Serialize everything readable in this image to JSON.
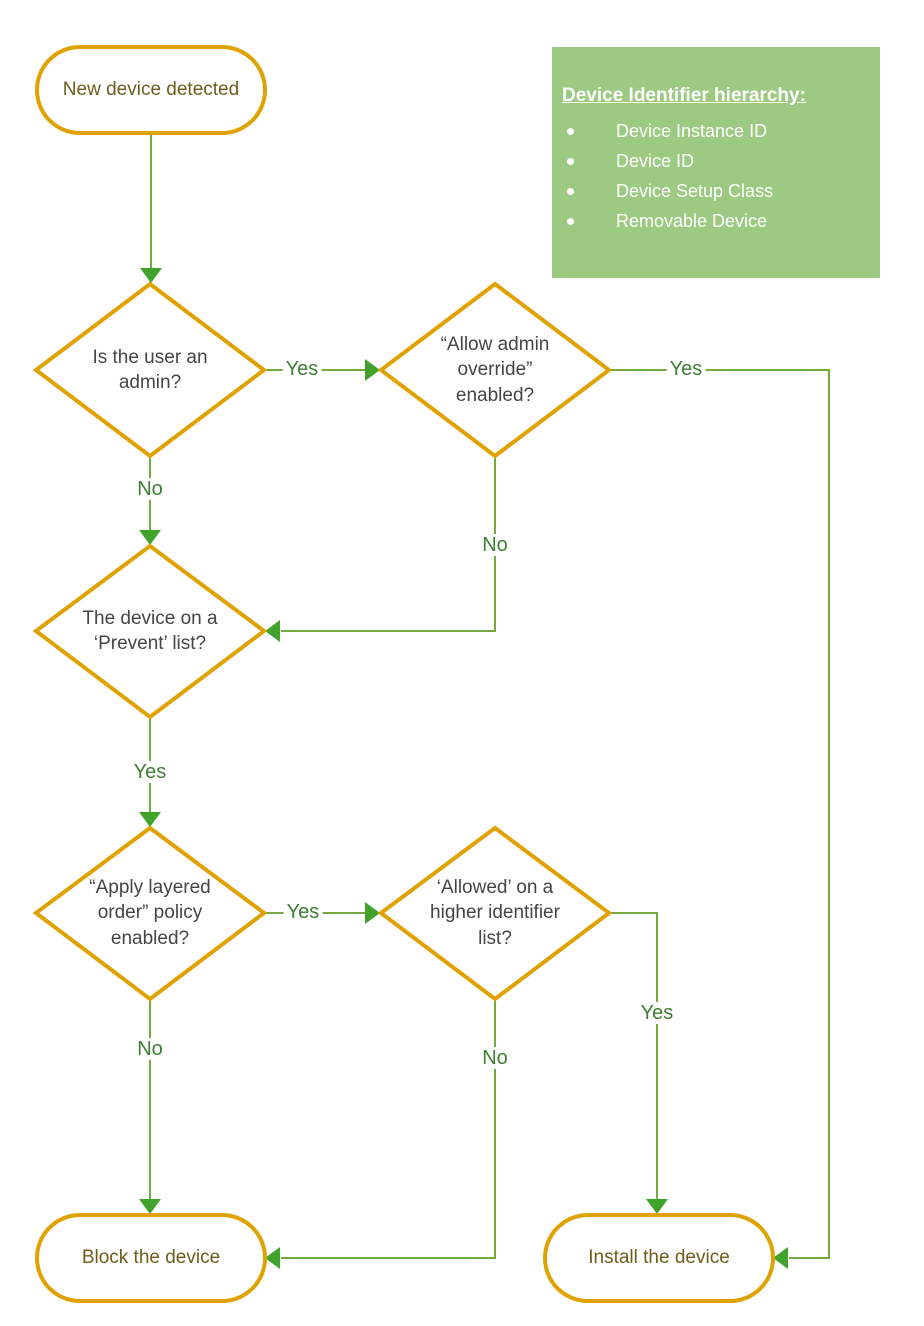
{
  "colors": {
    "shape_border_orange": "#E0A200",
    "connector_green": "#74A93F",
    "arrowhead_green": "#3FA32C",
    "edge_label_green": "#3E7E33",
    "terminator_text": "#6E5D1B",
    "decision_text": "#474540",
    "legend_background": "#9DCA82",
    "legend_text": "#FFFFFF",
    "background": "#FFFFFF"
  },
  "nodes": {
    "start": {
      "label": "New device detected"
    },
    "admin": {
      "label": "Is the user an\nadmin?"
    },
    "override": {
      "label": "“Allow admin\noverride”\nenabled?"
    },
    "prevent": {
      "label": "The device on a\n‘Prevent’ list?"
    },
    "layered": {
      "label": "“Apply layered\norder” policy\nenabled?"
    },
    "allowed": {
      "label": "‘Allowed’ on a\nhigher identifier\nlist?"
    },
    "block": {
      "label": "Block the device"
    },
    "install": {
      "label": "Install the device"
    }
  },
  "edges": {
    "admin_yes": "Yes",
    "admin_no": "No",
    "override_yes": "Yes",
    "override_no": "No",
    "prevent_yes": "Yes",
    "layered_yes": "Yes",
    "layered_no": "No",
    "allowed_yes": "Yes",
    "allowed_no": "No"
  },
  "legend": {
    "title": "Device Identifier hierarchy:",
    "items": [
      "Device Instance ID",
      "Device ID",
      "Device Setup Class",
      "Removable Device"
    ]
  }
}
